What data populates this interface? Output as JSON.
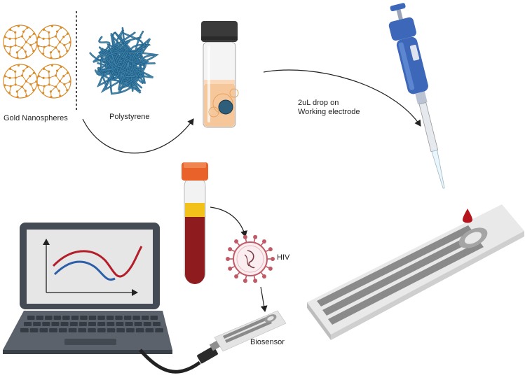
{
  "labels": {
    "gold": "Gold Nanospheres",
    "polystyrene": "Polystyrene",
    "drop_line1": "2uL drop on",
    "drop_line2": "Working electrode",
    "hiv": "HIV",
    "biosensor": "Biosensor"
  },
  "colors": {
    "gold": "#d98c2b",
    "polymer": "#1f5f86",
    "vial_liquid": "#f6c79b",
    "vial_cap": "#3a3a3a",
    "tube_cap": "#e8622a",
    "plasma": "#f2c21b",
    "blood": "#8e1c1f",
    "pipette_body": "#3d67b8",
    "screen": "#e6e6e6",
    "laptop": "#444b54",
    "curve_red": "#b31e2a",
    "curve_blue": "#2c5fa8",
    "virus": "#c05a66",
    "electrode_strip": "#d2d2d2",
    "electrode_track": "#8a8a8a"
  },
  "icons": [
    "gold-nanosphere-icon",
    "polystyrene-icon",
    "vial-icon",
    "pipette-icon",
    "blood-tube-icon",
    "virus-icon",
    "laptop-icon",
    "electrode-strip-icon",
    "biosensor-icon"
  ]
}
